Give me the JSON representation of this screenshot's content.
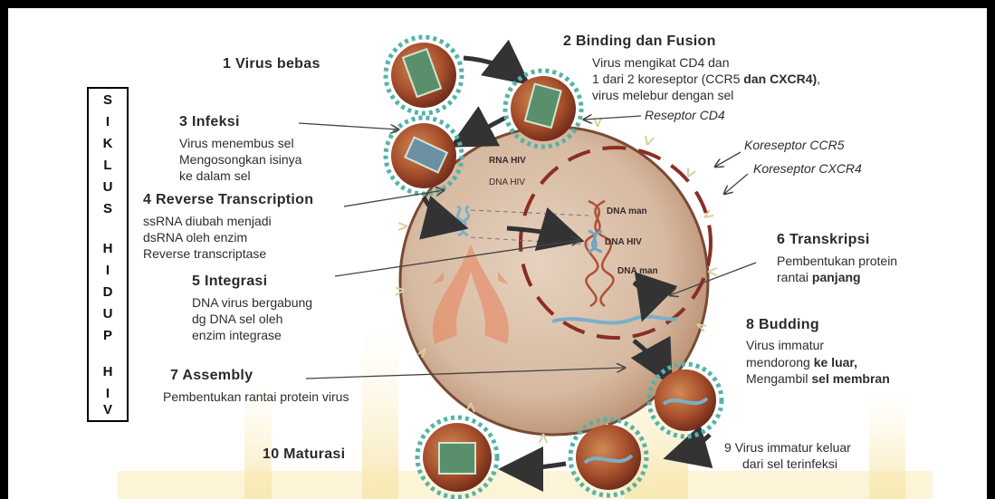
{
  "side_label": {
    "letters": [
      "S",
      "I",
      "K",
      "L",
      "U",
      "S",
      "H",
      "I",
      "D",
      "U",
      "P",
      "H",
      "I",
      "V"
    ]
  },
  "steps": {
    "s1": {
      "title": "1 Virus bebas"
    },
    "s2": {
      "title": "2  Binding dan Fusion",
      "l1": "Virus mengikat CD4 dan",
      "l2a": "1 dari 2 koreseptor (CCR5 ",
      "l2b": "dan CXCR4)",
      "l2c": ",",
      "l3": "virus melebur dengan sel"
    },
    "s3": {
      "title": "3  Infeksi",
      "l1": "Virus menembus sel",
      "l2": "Mengosongkan isinya",
      "l3": "ke dalam sel"
    },
    "s4": {
      "title": "4  Reverse Transcription",
      "l1": "ssRNA diubah menjadi",
      "l2": "dsRNA oleh enzim",
      "l3": "Reverse transcriptase"
    },
    "s5": {
      "title": "5  Integrasi",
      "l1": "DNA virus bergabung",
      "l2": "dg DNA sel oleh",
      "l3": "enzim integrase"
    },
    "s6": {
      "title": "6  Transkripsi",
      "l1": "Pembentukan protein",
      "l2a": "rantai ",
      "l2b": "panjang"
    },
    "s7": {
      "title": "7  Assembly",
      "l1": "Pembentukan rantai protein virus"
    },
    "s8": {
      "title": "8  Budding",
      "l1": "Virus immatur",
      "l2a": "mendorong ",
      "l2b": "ke luar,",
      "l3a": "Mengambil ",
      "l3b": "sel membran"
    },
    "s9": {
      "l1a": "9  ",
      "l1b": "Virus immatur keluar",
      "l2": "dari sel terinfeksi"
    },
    "s10": {
      "title": "10  Maturasi"
    }
  },
  "labels": {
    "cd4": "Reseptor CD4",
    "ccr5": "Koreseptor CCR5",
    "cxcr4": "Koreseptor CXCR4",
    "rna_hiv": "RNA HIV",
    "dna_hiv_top": "DNA HIV",
    "dna_man_top": "DNA man",
    "dna_hiv_mid": "DNA HIV",
    "dna_man_bot": "DNA man"
  },
  "colors": {
    "cell_fill": "#d9bfa8",
    "cell_edge": "#7a4a35",
    "nucleus_dash": "#8a2e24",
    "virus_core": "#a84a2a",
    "virus_ring": "#55b3a8",
    "watermark": "#f2d27a"
  }
}
